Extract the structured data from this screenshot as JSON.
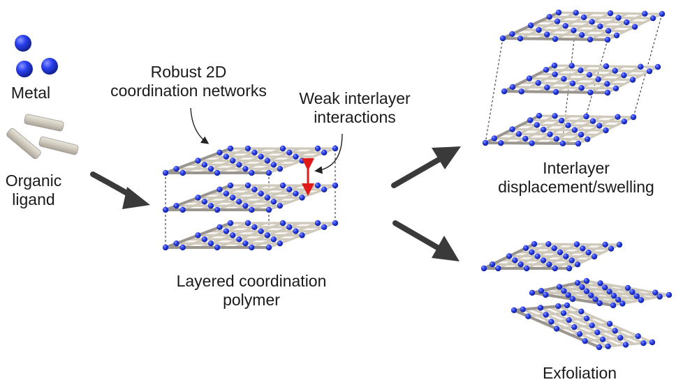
{
  "labels": {
    "metal": "Metal",
    "organic_ligand": [
      "Organic",
      "ligand"
    ],
    "robust_2d": [
      "Robust 2D",
      "coordination networks"
    ],
    "weak_interlayer": [
      "Weak interlayer",
      "interactions"
    ],
    "layered_polymer": [
      "Layered coordination",
      "polymer"
    ],
    "interlayer_displacement": [
      "Interlayer",
      "displacement/swelling"
    ],
    "exfoliation": "Exfoliation"
  },
  "colors": {
    "metal_node": "#1f34e0",
    "metal_highlight": "#8a97ff",
    "ligand_rod": "#cfc9bc",
    "sheet_rim": "#9a958e",
    "process_arrow": "#3a3a3a",
    "interaction_arrow": "#e0191b",
    "guide_line": "#222222"
  },
  "icons": {
    "process_arrow": "curved-arrow-icon",
    "double_arrow": "double-headed-arrow-icon"
  }
}
